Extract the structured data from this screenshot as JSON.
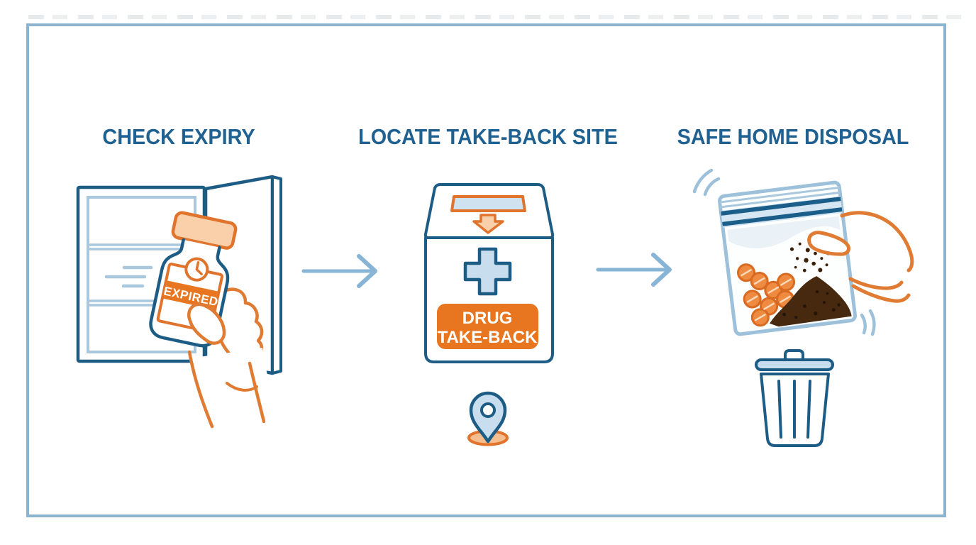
{
  "frame": {
    "stroke": "#8cb4cf"
  },
  "steps": [
    {
      "title": "CHECK EXPIRY",
      "illustration": "open-medicine-cabinet-with-hand-holding-expired-pill-bottle",
      "labels": {
        "bottle_band": "EXPIRED"
      }
    },
    {
      "title": "LOCATE TAKE-BACK SITE",
      "illustration": "drug-take-back-drop-box-with-location-pin",
      "labels": {
        "box_line1": "DRUG",
        "box_line2": "TAKE-BACK"
      }
    },
    {
      "title": "SAFE HOME DISPOSAL",
      "illustration": "sealed-bag-with-pills-and-coffee-grounds-above-trash-can"
    }
  ],
  "connectors": [
    {
      "icon": "flow-arrow-right"
    },
    {
      "icon": "flow-arrow-right"
    }
  ],
  "icons": [
    "clock-icon",
    "medical-cross-icon",
    "drop-arrow-icon",
    "location-pin-icon",
    "trash-can-icon",
    "shake-lines-icon"
  ],
  "colors": {
    "title_text": "#1f6190",
    "outline_blue": "#1d5c85",
    "light_blue": "#a9c8de",
    "pale_blue_fill": "#c8deee",
    "arrow_blue": "#88b5d6",
    "orange_outline": "#e0742c",
    "orange_fill": "#e8751f",
    "light_orange_fill": "#f9d0aa",
    "hand_orange": "#e07b33",
    "pill_orange": "#ef8a41",
    "coffee_brown": "#46290f",
    "background": "#ffffff"
  }
}
